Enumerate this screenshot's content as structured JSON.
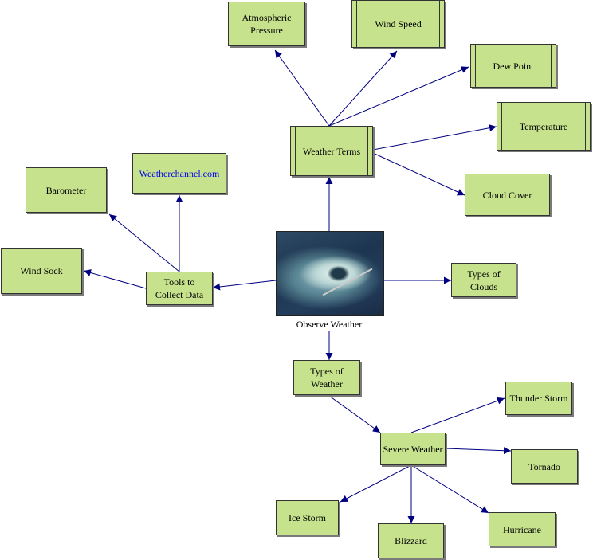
{
  "colors": {
    "node_fill": "#c6e28c",
    "edge": "#000080",
    "border": "#333333"
  },
  "center": {
    "label": "Observe Weather",
    "image": "hurricane satellite image"
  },
  "nodes": {
    "weather_terms": "Weather Terms",
    "atmospheric_pressure": "Atmospheric\nPressure",
    "wind_speed": "Wind Speed",
    "dew_point": "Dew Point",
    "temperature": "Temperature",
    "cloud_cover": "Cloud Cover",
    "types_of_clouds": "Types of\nClouds",
    "tools_to_collect_data": "Tools to\nCollect Data",
    "weatherchannel": "Weatherchannel.com",
    "barometer": "Barometer",
    "wind_sock": "Wind Sock",
    "types_of_weather": "Types of\nWeather",
    "severe_weather": "Severe Weather",
    "thunder_storm": "Thunder Storm",
    "tornado": "Tornado",
    "hurricane": "Hurricane",
    "blizzard": "Blizzard",
    "ice_storm": "Ice Storm"
  }
}
